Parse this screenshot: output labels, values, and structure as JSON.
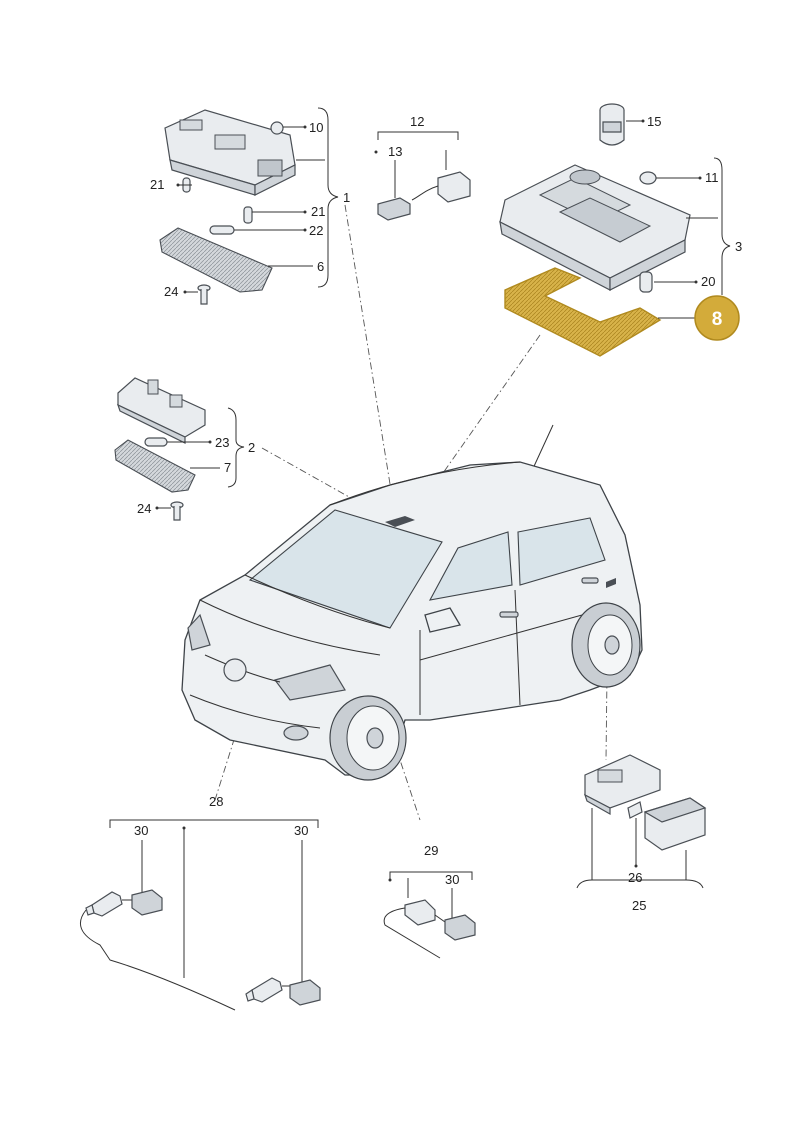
{
  "labels": {
    "n10": "10",
    "n21a": "21",
    "n21b": "21",
    "n22": "22",
    "n6": "6",
    "n24a": "24",
    "n1": "1",
    "n12": "12",
    "n13": "13",
    "n15": "15",
    "n11": "11",
    "n3": "3",
    "n20": "20",
    "n8": "8",
    "n23": "23",
    "n2": "2",
    "n7": "7",
    "n24b": "24",
    "n28": "28",
    "n30a": "30",
    "n30b": "30",
    "n29": "29",
    "n30c": "30",
    "n26": "26",
    "n25": "25"
  },
  "colors": {
    "highlight_fill": "#d8b34a",
    "highlight_stroke": "#b08a1f",
    "badge_fill": "#d3ab3a",
    "badge_text": "#ffffff"
  }
}
